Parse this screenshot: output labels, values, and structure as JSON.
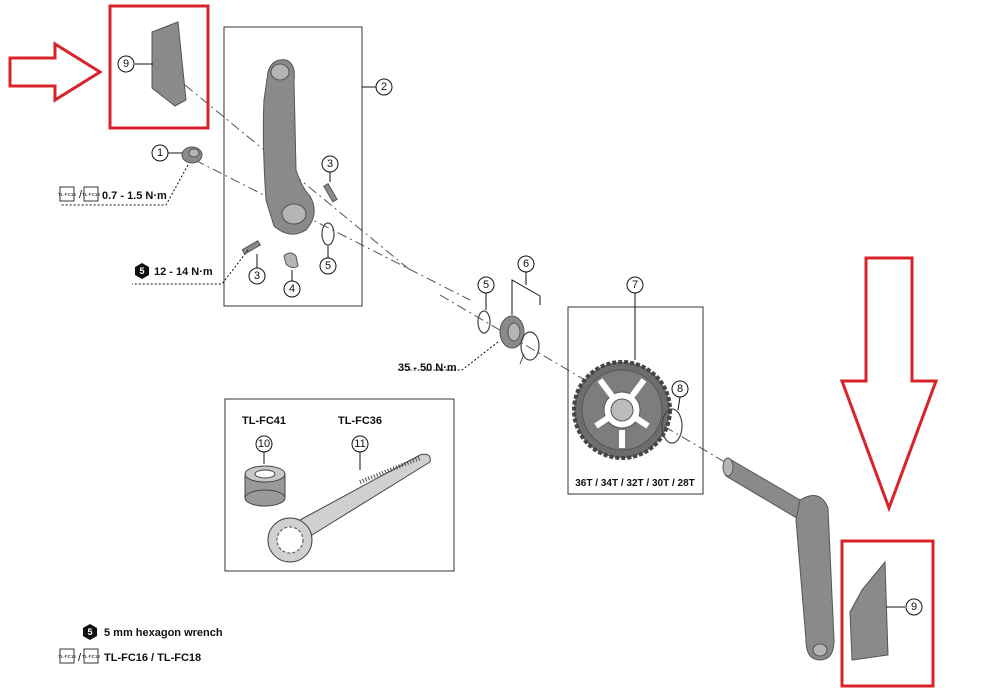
{
  "callouts": {
    "c1": "1",
    "c2": "2",
    "c3a": "3",
    "c3b": "3",
    "c4": "4",
    "c5a": "5",
    "c5b": "5",
    "c6": "6",
    "c7": "7",
    "c8": "8",
    "c9a": "9",
    "c9b": "9",
    "c10": "10",
    "c11": "11"
  },
  "torque": {
    "cap_tool_a": "TL-FC16",
    "cap_tool_b": "TL-FC18",
    "cap": "0.7 - 1.5 N·m",
    "bolt_badge": "5",
    "bolt": "12 - 14 N·m",
    "lockring": "35 - 50 N·m"
  },
  "chainring_sizes": "36T / 34T / 32T / 30T / 28T",
  "tools": {
    "tool_a": "TL-FC41",
    "tool_b": "TL-FC36"
  },
  "legend": {
    "hex_badge": "5",
    "hex_text": "5 mm hexagon wrench",
    "tool_text": "TL-FC16 / TL-FC18",
    "icon_a": "TL-FC16",
    "icon_b": "TL-FC18"
  },
  "colors": {
    "highlight": "#d8232a",
    "part": "#8a8a8a"
  }
}
